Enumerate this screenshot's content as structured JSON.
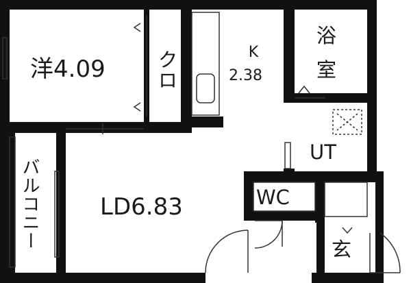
{
  "rooms": {
    "western": {
      "label": "洋4.09"
    },
    "closet": {
      "label": "クロ"
    },
    "kitchen": {
      "label_k": "K",
      "label_size": "2.38"
    },
    "bath": {
      "label_top": "浴",
      "label_bottom": "室"
    },
    "utility": {
      "label": "UT"
    },
    "balcony": {
      "label": "バルコニー"
    },
    "living": {
      "label": "LD6.83"
    },
    "toilet": {
      "label": "WC"
    },
    "entrance": {
      "label": "玄"
    }
  },
  "colors": {
    "wall": "#111111",
    "line": "#333333",
    "background": "#ffffff"
  }
}
